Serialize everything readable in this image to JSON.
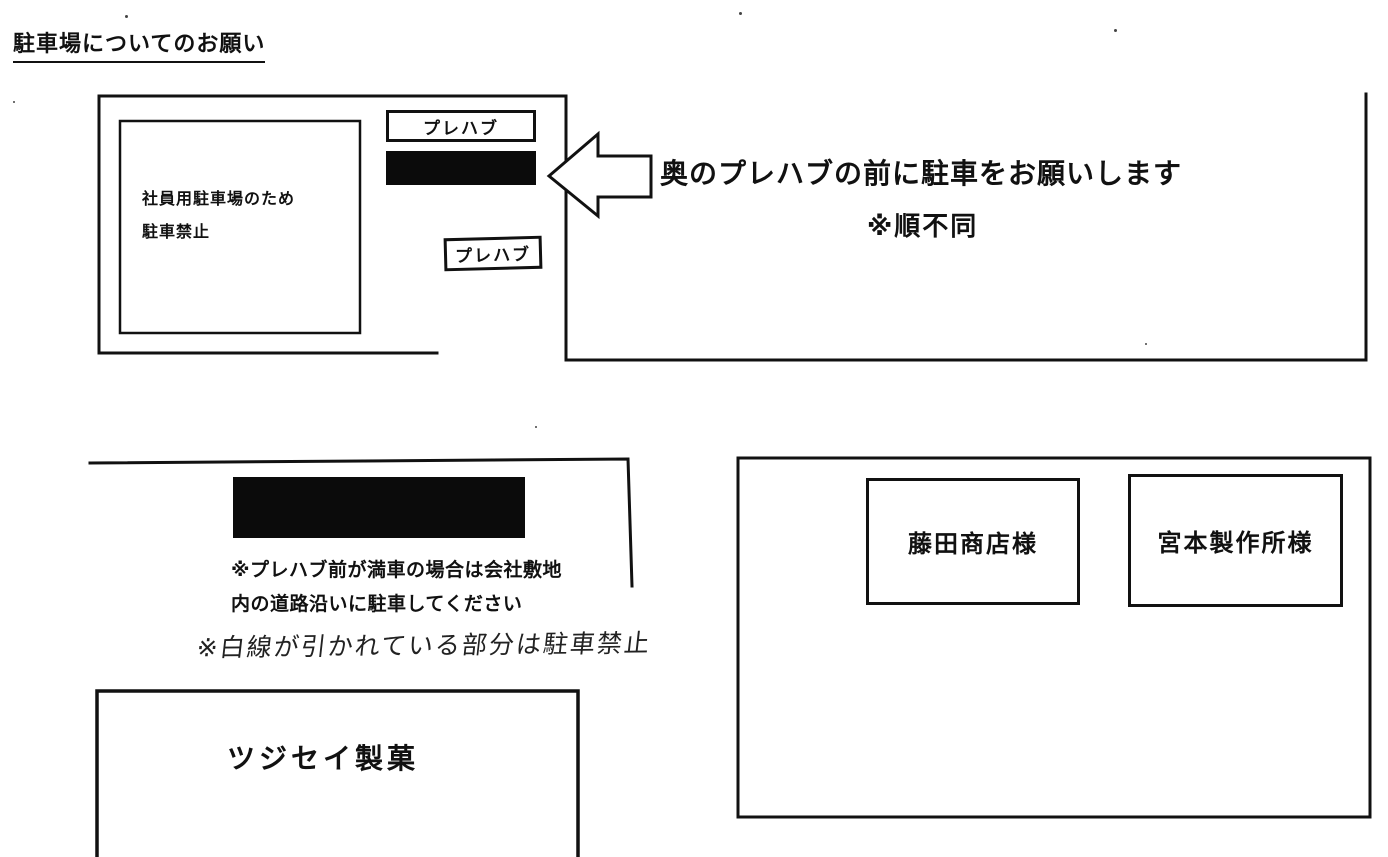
{
  "title": "駐車場についてのお願い",
  "top_section": {
    "employee_lot_line1": "社員用駐車場のため",
    "employee_lot_line2": "駐車禁止",
    "prefab_label_top": "プレハブ",
    "prefab_label_bottom": "プレハブ",
    "instruction": "奥のプレハブの前に駐車をお願いします",
    "order_note": "※順不同"
  },
  "middle_section": {
    "overflow_note_line1": "※プレハブ前が満車の場合は会社敷地",
    "overflow_note_line2": "内の道路沿いに駐車してください",
    "handwritten_note": "※白線が引かれている部分は駐車禁止",
    "factory_name": "ツジセイ製菓"
  },
  "right_section": {
    "tenant_1": "藤田商店様",
    "tenant_2": "宮本製作所様"
  },
  "colors": {
    "ink": "#111111",
    "paper": "#ffffff",
    "redaction": "#0b0b0b"
  }
}
